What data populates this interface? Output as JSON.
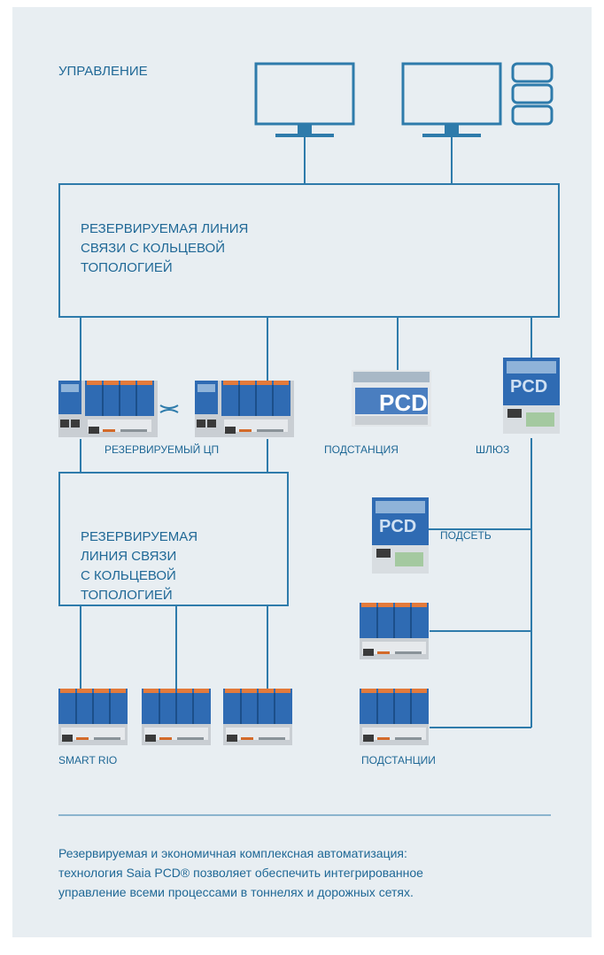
{
  "labels": {
    "control": "УПРАВЛЕНИЕ",
    "ring_top": "РЕЗЕРВИРУЕМАЯ ЛИНИЯ\nСВЯЗИ С КОЛЬЦЕВОЙ\nТОПОЛОГИЕЙ",
    "ring_bottom": "РЕЗЕРВИРУЕМАЯ\nЛИНИЯ СВЯЗИ\nС КОЛЬЦЕВОЙ\nТОПОЛОГИЕЙ",
    "redundant_cpu": "РЕЗЕРВИРУЕМЫЙ ЦП",
    "substation": "ПОДСТАНЦИЯ",
    "gateway": "ШЛЮЗ",
    "subnet": "ПОДСЕТЬ",
    "smart_rio": "SMART RIO",
    "substations": "ПОДСТАНЦИИ",
    "pcd_logo": "PCD"
  },
  "caption": "Резервируемая и экономичная комплексная автоматизация:\nтехнология Saia PCD® позволяет обеспечить интегрированное\nуправление всеми процессами в тоннелях и дорожных сетях.",
  "colors": {
    "background": "#e8eef2",
    "line": "#2e7bab",
    "text": "#1f6896",
    "module_blue": "#2f6bb3",
    "module_orange": "#e37a3b",
    "module_gray": "#c9ced3"
  }
}
